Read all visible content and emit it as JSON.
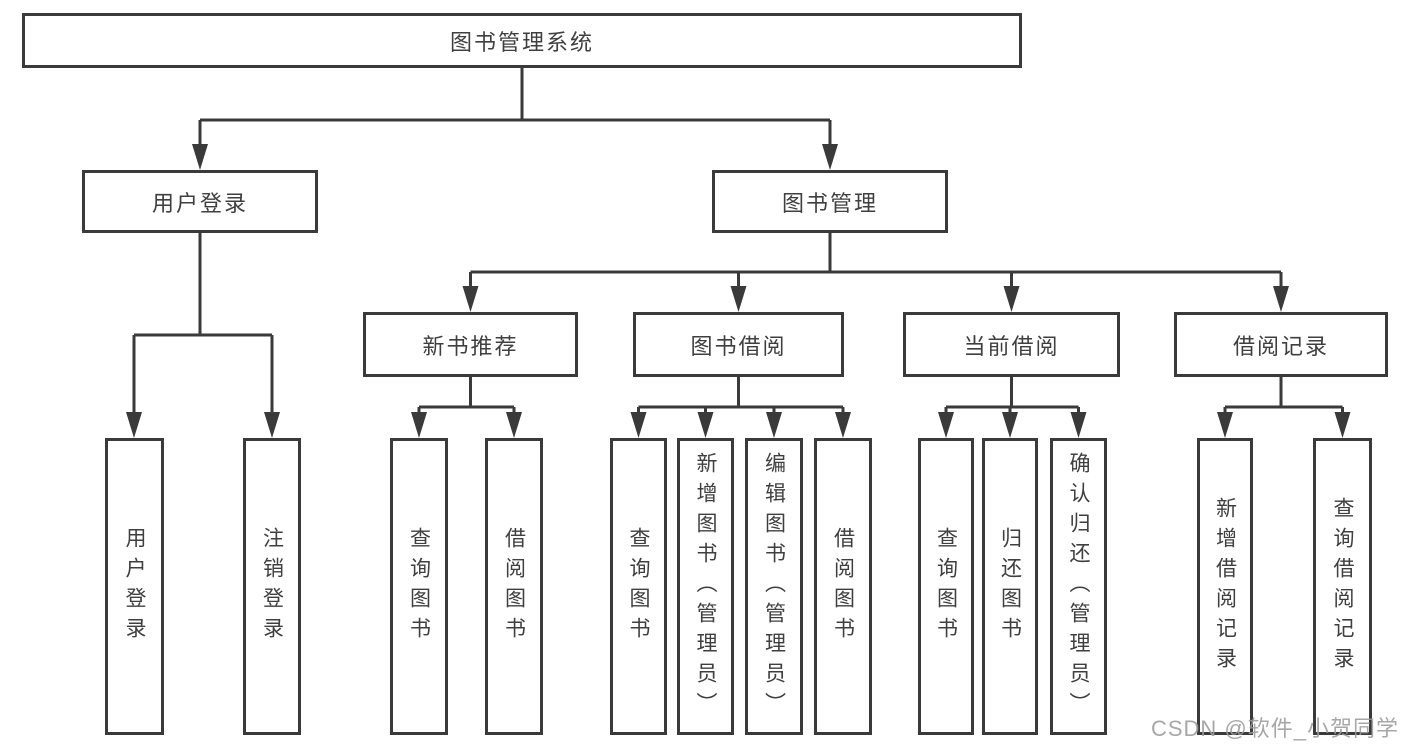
{
  "diagram": {
    "root": "图书管理系统",
    "level2": {
      "user_login": "用户登录",
      "book_mgmt": "图书管理"
    },
    "level3": {
      "new_books": "新书推荐",
      "borrowing": "图书借阅",
      "current": "当前借阅",
      "records": "借阅记录"
    },
    "leaves": {
      "login": "用户登录",
      "logout": "注销登录",
      "rec_query": "查询图书",
      "rec_borrow": "借阅图书",
      "bor_query": "查询图书",
      "bor_add": "新增图书（管理员）",
      "bor_edit": "编辑图书（管理员）",
      "bor_borrow": "借阅图书",
      "cur_query": "查询图书",
      "cur_return": "归还图书",
      "cur_confirm": "确认归还（管理员）",
      "log_add": "新增借阅记录",
      "log_query": "查询借阅记录"
    }
  },
  "watermark": "CSDN @软件_小贺同学",
  "colors": {
    "line": "#3a3a3a",
    "text": "#3f3f3f",
    "watermark": "#9c9c9c",
    "background": "#ffffff"
  }
}
